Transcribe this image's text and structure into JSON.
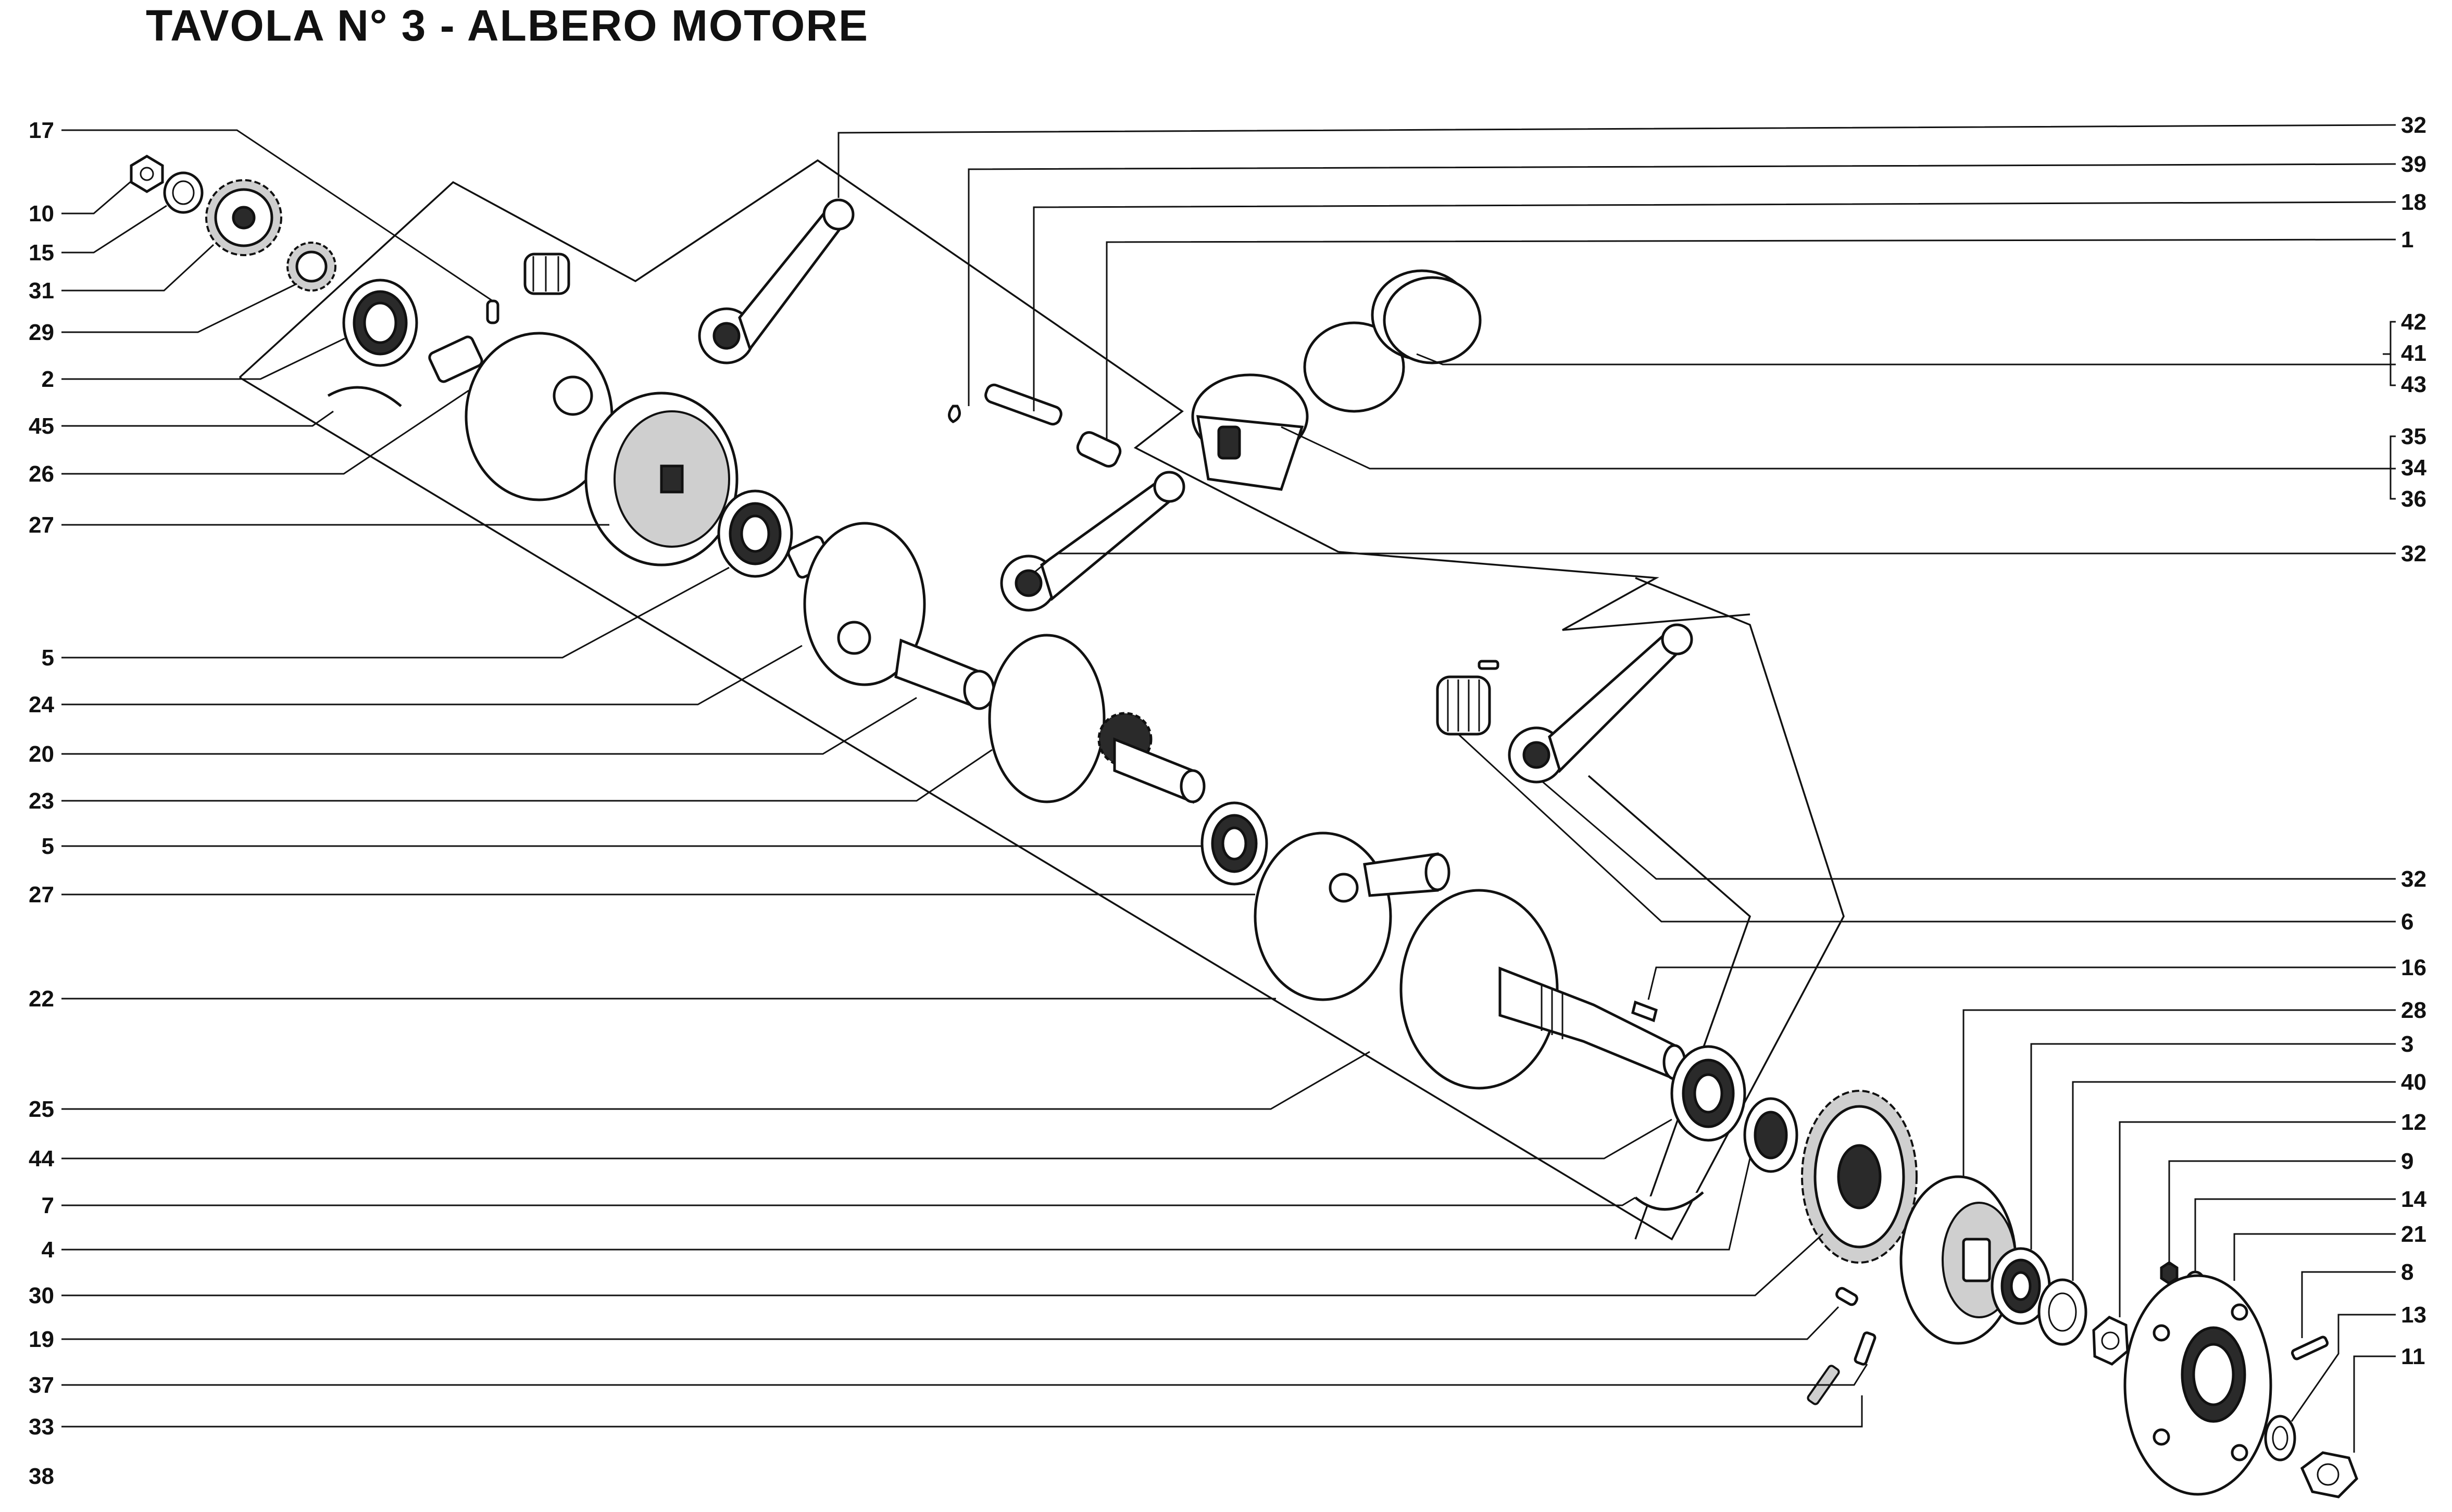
{
  "title": "TAVOLA N° 3 - ALBERO MOTORE",
  "left_labels": [
    "17",
    "10",
    "15",
    "31",
    "29",
    "2",
    "45",
    "26",
    "27",
    "5",
    "24",
    "20",
    "23",
    "5",
    "27",
    "22",
    "25",
    "44",
    "7",
    "4",
    "30",
    "19",
    "37",
    "33",
    "38"
  ],
  "right_labels": [
    "32",
    "39",
    "18",
    "1",
    "42",
    "41",
    "43",
    "35",
    "34",
    "36",
    "32",
    "32",
    "6",
    "16",
    "28",
    "3",
    "40",
    "12",
    "9",
    "14",
    "21",
    "8",
    "13",
    "11"
  ],
  "colors": {
    "ink": "#111111",
    "paper": "#ffffff"
  }
}
